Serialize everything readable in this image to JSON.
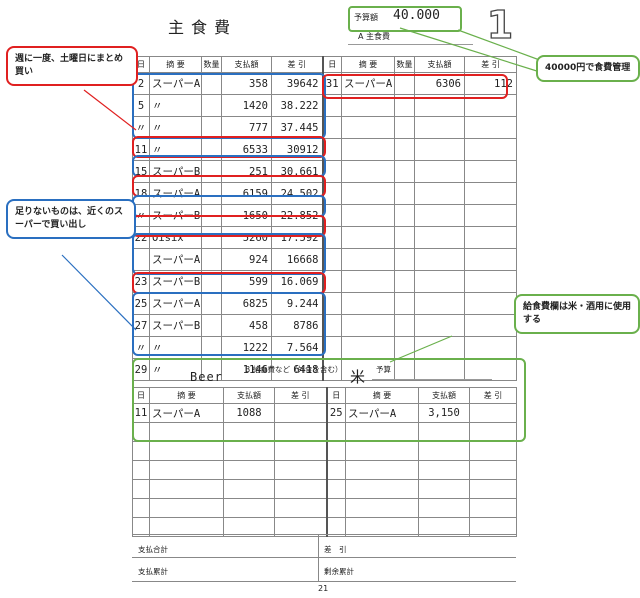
{
  "header": {
    "title": "主食費",
    "budget_label": "予算額",
    "budget_value": "40.000",
    "category": "A 主食費",
    "page_number": "1"
  },
  "table": {
    "headers": [
      "日",
      "摘 要",
      "数量",
      "支払額",
      "差 引",
      "日",
      "摘 要",
      "数量",
      "支払額",
      "差 引"
    ],
    "left_rows": [
      {
        "day": "2",
        "desc": "スーパーA",
        "qty": "",
        "pay": "358",
        "bal": "39642"
      },
      {
        "day": "5",
        "desc": "〃",
        "qty": "",
        "pay": "1420",
        "bal": "38.222"
      },
      {
        "day": "〃",
        "desc": "〃",
        "qty": "",
        "pay": "777",
        "bal": "37.445"
      },
      {
        "day": "11",
        "desc": "〃",
        "qty": "",
        "pay": "6533",
        "bal": "30912"
      },
      {
        "day": "15",
        "desc": "スーパーB",
        "qty": "",
        "pay": "251",
        "bal": "30.661"
      },
      {
        "day": "18",
        "desc": "スーパーA",
        "qty": "",
        "pay": "6159",
        "bal": "24.502"
      },
      {
        "day": "〃",
        "desc": "スーパーB",
        "qty": "",
        "pay": "1650",
        "bal": "22.852"
      },
      {
        "day": "22",
        "desc": "Oisix",
        "qty": "",
        "pay": "5260",
        "bal": "17.592"
      },
      {
        "day": "",
        "desc": "スーパーA",
        "qty": "",
        "pay": "924",
        "bal": "16668"
      },
      {
        "day": "23",
        "desc": "スーパーB",
        "qty": "",
        "pay": "599",
        "bal": "16.069"
      },
      {
        "day": "25",
        "desc": "スーパーA",
        "qty": "",
        "pay": "6825",
        "bal": "9.244"
      },
      {
        "day": "27",
        "desc": "スーパーB",
        "qty": "",
        "pay": "458",
        "bal": "8786"
      },
      {
        "day": "〃",
        "desc": "〃",
        "qty": "",
        "pay": "1222",
        "bal": "7.564"
      },
      {
        "day": "29",
        "desc": "〃",
        "qty": "",
        "pay": "1146",
        "bal": "6418"
      }
    ],
    "right_rows": [
      {
        "day": "31",
        "desc": "スーパーA",
        "qty": "",
        "pay": "6306",
        "bal": "112"
      }
    ],
    "beer_mark": "Beer",
    "rice_mark": "米"
  },
  "section_b": {
    "title": "B 給食費など（外食を含む）",
    "budget_label": "予算",
    "beer_note": "Beer",
    "rice_note": "米",
    "headers": [
      "日",
      "摘 要",
      "支払額",
      "差 引",
      "日",
      "摘 要",
      "支払額",
      "差 引"
    ],
    "rows": [
      {
        "day1": "11",
        "desc1": "スーパーA",
        "pay1": "1088",
        "bal1": "",
        "day2": "25",
        "desc2": "スーパーA",
        "pay2": "3,150",
        "bal2": ""
      }
    ]
  },
  "footer": {
    "pay_total": "支払合計",
    "balance": "差　引",
    "pay_cumulative": "支払累計",
    "remaining_cumulative": "剰余累計",
    "page": "21"
  },
  "annotations": {
    "weekly": "週に一度、土曜日にまとめ買い",
    "budget": "40000円で食費管理",
    "nearby": "足りないものは、近くのスーパーで買い出し",
    "school_lunch": "給食費欄は米・酒用に使用する"
  },
  "colors": {
    "red": "#e02020",
    "blue": "#2a6fc0",
    "green": "#6ab04c"
  }
}
